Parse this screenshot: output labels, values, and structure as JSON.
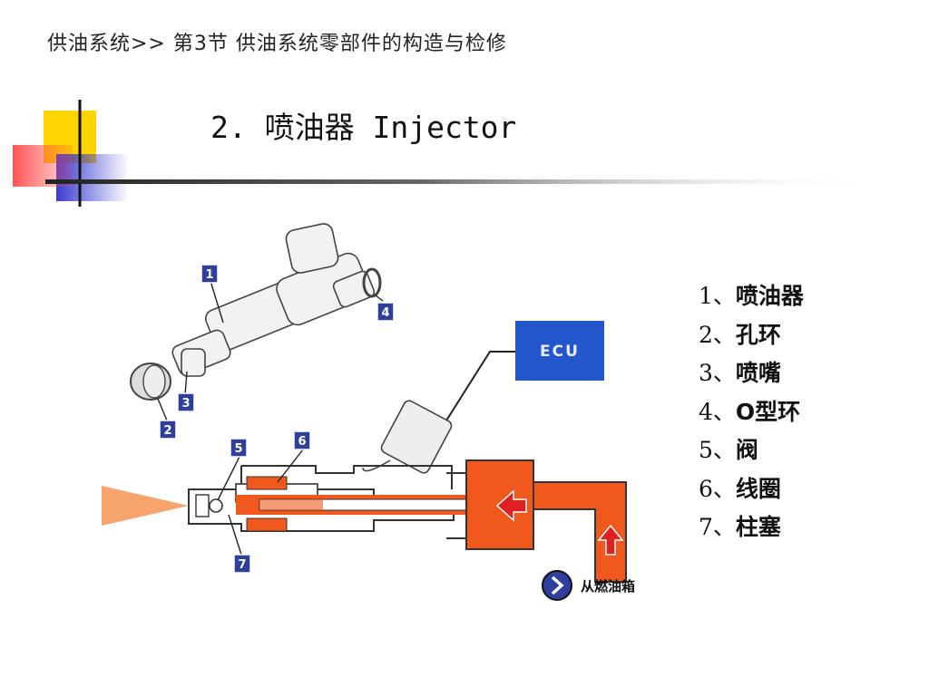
{
  "header": {
    "breadcrumb": "供油系统>> 第3节 供油系统零部件的构造与检修",
    "title": "2. 喷油器 Injector"
  },
  "diagram": {
    "ecu_label": "ECU",
    "fuel_source_label": "从燃油箱",
    "callouts": [
      "1",
      "2",
      "3",
      "4",
      "5",
      "6",
      "7"
    ],
    "colors": {
      "callout_fill": "#2f3f9e",
      "fuel": "#f0581c",
      "ecu": "#2456cc",
      "arrow": "#e02020",
      "spray": "#f6a46c"
    }
  },
  "legend": {
    "items": [
      {
        "num": "1、",
        "label": "喷油器"
      },
      {
        "num": "2、",
        "label": "孔环"
      },
      {
        "num": "3、",
        "label": "喷嘴"
      },
      {
        "num": "4、",
        "label": "O型环"
      },
      {
        "num": "5、",
        "label": "阀"
      },
      {
        "num": "6、",
        "label": "线圈"
      },
      {
        "num": "7、",
        "label": "柱塞"
      }
    ]
  },
  "decoration": {
    "colors": {
      "yellow": "#ffd400",
      "red": "#ff4a4a",
      "blue": "#3a3ad0",
      "line": "#222222"
    }
  }
}
